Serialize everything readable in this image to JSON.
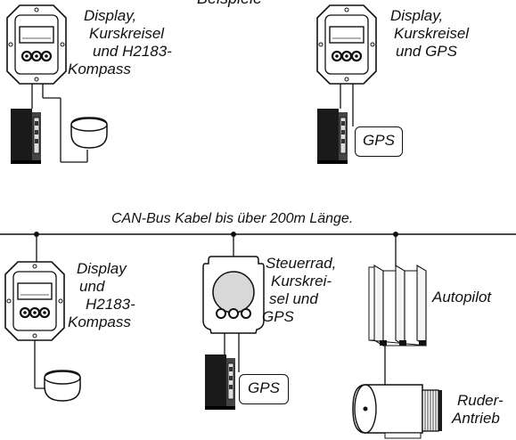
{
  "title": "Beispiele",
  "bus_label": "CAN-Bus Kabel bis über 200m Länge.",
  "top_left": {
    "lines": [
      "Display,",
      "Kurskreisel",
      "und H2183-",
      "Kompass"
    ]
  },
  "top_right": {
    "lines": [
      "Display,",
      "Kurskreisel",
      "und GPS"
    ],
    "gps": "GPS"
  },
  "bottom_left": {
    "lines": [
      "Display",
      "und",
      "H2183-",
      "Kompass"
    ]
  },
  "bottom_mid": {
    "lines": [
      "Steuerrad,",
      "Kurskrei-",
      "sel und",
      "GPS"
    ],
    "gps": "GPS"
  },
  "bottom_right": {
    "autopilot": "Autopilot",
    "rudder": [
      "Ruder-",
      "Antrieb"
    ]
  }
}
